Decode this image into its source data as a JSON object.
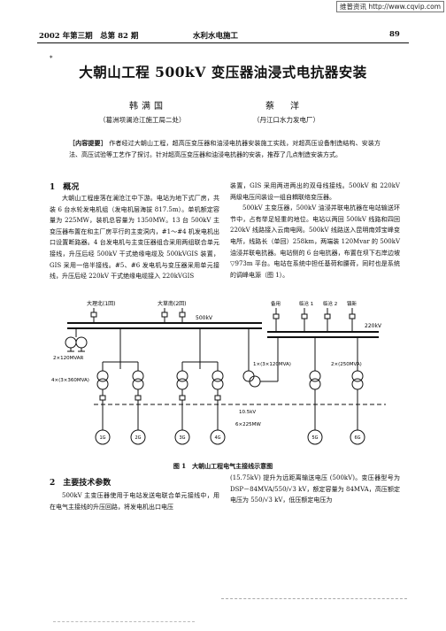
{
  "watermark": "维普资讯 http://www.cqvip.com",
  "header": {
    "issue": "2002 年第三期　总第 82 期",
    "journal": "水利水电施工",
    "page": "89"
  },
  "title_marker": "*",
  "title": "大朝山工程 500kV 变压器油浸式电抗器安装",
  "authors": [
    {
      "name": "韩满国",
      "affiliation": "（葛洲坝澜沧江施工局二处）"
    },
    {
      "name": "蔡　洋",
      "affiliation": "（丹江口水力发电厂）"
    }
  ],
  "abstract": {
    "label": "［内容提要］",
    "text": "作者经过大朝山工程，超高压变压器和油浸电抗器安装施工实践，对超高压设备制造结构、安装方法、高压试验等工艺作了探讨。针对超高压变压器和油浸电抗器的安装，推荐了几点制造安装方式。"
  },
  "section1": {
    "heading": "1　概况",
    "left_paragraphs": [
      "大朝山工程座落在澜沧江中下游。电站为地下式厂房，共装 6 台水轮发电机组（发电机层海拔 817.5m）。单机额定容量为 225MW，装机总容量为 1350MW。13 台 500kV 主变压器布置在和主厂房平行的主变洞内，#1～#4 机发电机出口设置断路器。4 台发电机与主变压器组合采用两组联合单元接线，升压后经 500kV 干式绝缘电缆及 500kVGIS 装置，GIS 采用一倍半接线。#5、#6 发电机与变压器采用单元接线，升压后经 220kV 干式绝缘电缆接入 220kVGIS"
    ],
    "right_paragraphs": [
      "装置，GIS 采用两进两出的双母线接线。500kV 和 220kV 两级电压间装设一组自耦联络变压器。",
      "500kV 主变压器，500kV 油浸并联电抗器在电站输送环节中，占有举足轻重的地位。电站以两回 500kV 线路和四回 220kV 线路接入云南电网。500kV 线路送入昆明南郊宝峰变电所，线路长（单回）258km，两端装 120Mvar 的 500kV 油浸并联电抗器。电站侧的 6 台电抗器，布置在坝下右岸边坡▽973m 平台。电站在系统中担任基荷和腰荷，同时也是系统的调峰电源（图 1）。"
    ]
  },
  "figure": {
    "caption": "图 1　大朝山工程电气主接线示意图",
    "labels": {
      "left_line": "大理北(1回)",
      "mid_line": "大草南(2回)",
      "right_lines": [
        "备用",
        "临沧 1",
        "临沧 2",
        "镇新"
      ],
      "bus_500": "500kV",
      "bus_220": "220kV",
      "reactor": "2×120MVAR",
      "xf_left": "4×(3×360MVA)",
      "auto_xf": "1×(3×120MVA)",
      "xf_right": "2×(250MVA)",
      "bus_10": "10.5kV",
      "gen_rating": "6×225MW",
      "gens": [
        "1G",
        "2G",
        "3G",
        "4G",
        "5G",
        "6G"
      ]
    }
  },
  "section2": {
    "heading": "2　主要技术参数",
    "left_text": "500kV 主变压器使用于电站发送电联合单元接线中，用在电气主接线的升压回路，将发电机出口电压",
    "right_text": "(15.75kV) 提升为远距离输送电压 (500kV)。变压器型号为 DSP－84MVA/550/√3 kV，额定容量为 84MVA，高压额定电压为 550/√3 kV，低压额定电压为"
  }
}
